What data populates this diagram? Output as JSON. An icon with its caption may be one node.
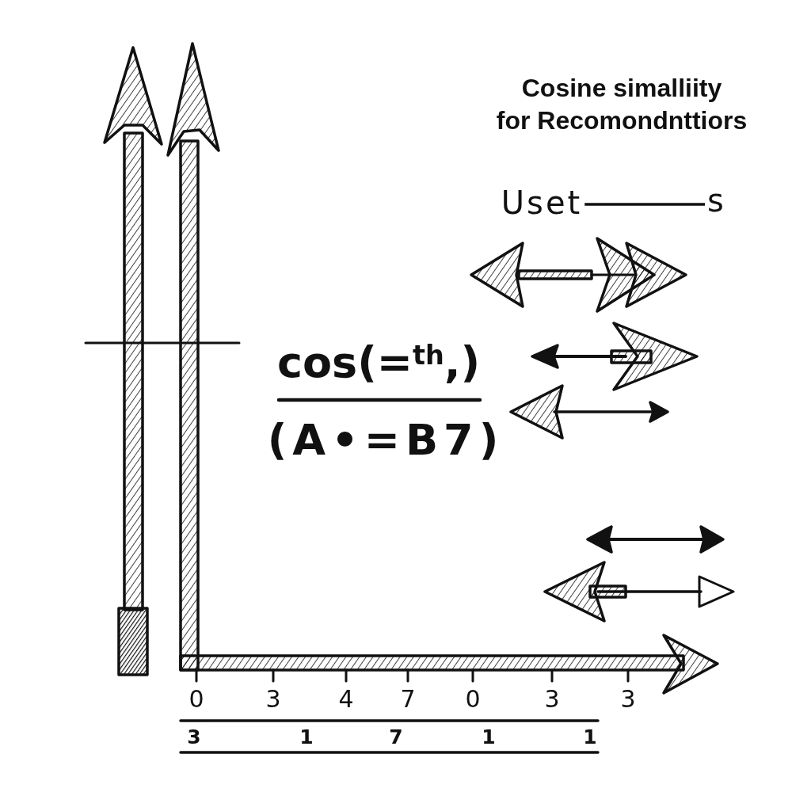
{
  "diagram": {
    "title": "Cosine simalliity for Recomondnttiors",
    "nodes": [
      {
        "text": [
          "Uset"
        ]
      },
      {
        "text": [
          "s"
        ]
      }
    ],
    "edges": [
      {
        "from": 0,
        "to": 1,
        "arrow": "none"
      }
    ],
    "labels": [
      "cos(=$^{th}$,)",
      "(A•=B7)",
      "0",
      "3",
      "4",
      "7",
      "0",
      "3",
      "3",
      "3",
      "1",
      "7",
      "1",
      "1"
    ]
  }
}
